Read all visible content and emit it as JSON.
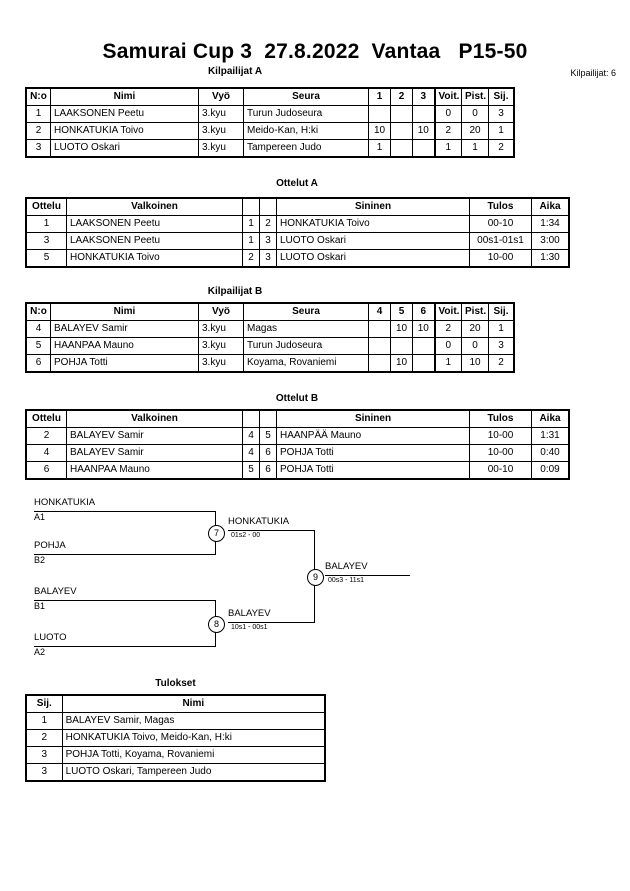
{
  "header": {
    "title": "Samurai Cup 3  27.8.2022  Vantaa   P15-50",
    "entrants": "Kilpailijat: 6"
  },
  "sections": {
    "pool_a_caption": "Kilpailijat A",
    "matches_a_caption": "Ottelut A",
    "pool_b_caption": "Kilpailijat B",
    "matches_b_caption": "Ottelut B",
    "results_caption": "Tulokset"
  },
  "pool_headers": {
    "no": "N:o",
    "name": "Nimi",
    "belt": "Vyö",
    "club": "Seura",
    "wins": "Voit.",
    "points": "Pist.",
    "rank": "Sij."
  },
  "pool_a": {
    "score_columns": [
      "1",
      "2",
      "3"
    ],
    "rows": [
      {
        "no": "1",
        "name": "LAAKSONEN Peetu",
        "belt": "3.kyu",
        "club": "Turun Judoseura",
        "scores": [
          "",
          "",
          ""
        ],
        "wins": "0",
        "points": "0",
        "rank": "3"
      },
      {
        "no": "2",
        "name": "HONKATUKIA Toivo",
        "belt": "3.kyu",
        "club": "Meido-Kan, H:ki",
        "scores": [
          "10",
          "",
          "10"
        ],
        "wins": "2",
        "points": "20",
        "rank": "1"
      },
      {
        "no": "3",
        "name": "LUOTO Oskari",
        "belt": "3.kyu",
        "club": "Tampereen Judo",
        "scores": [
          "1",
          "",
          ""
        ],
        "wins": "1",
        "points": "1",
        "rank": "2"
      }
    ]
  },
  "pool_b": {
    "score_columns": [
      "4",
      "5",
      "6"
    ],
    "rows": [
      {
        "no": "4",
        "name": "BALAYEV Samir",
        "belt": "3.kyu",
        "club": "Magas",
        "scores": [
          "",
          "10",
          "10"
        ],
        "wins": "2",
        "points": "20",
        "rank": "1"
      },
      {
        "no": "5",
        "name": "HAANPAA Mauno",
        "belt": "3.kyu",
        "club": "Turun Judoseura",
        "scores": [
          "",
          "",
          ""
        ],
        "wins": "0",
        "points": "0",
        "rank": "3"
      },
      {
        "no": "6",
        "name": "POHJA Totti",
        "belt": "3.kyu",
        "club": "Koyama, Rovaniemi",
        "scores": [
          "",
          "10",
          ""
        ],
        "wins": "1",
        "points": "10",
        "rank": "2"
      }
    ]
  },
  "match_headers": {
    "match": "Ottelu",
    "white": "Valkoinen",
    "blue": "Sininen",
    "result": "Tulos",
    "time": "Aika"
  },
  "matches_a": [
    {
      "no": "1",
      "white": "LAAKSONEN Peetu",
      "white_no": "1",
      "blue_no": "2",
      "blue": "HONKATUKIA Toivo",
      "result": "00-10",
      "time": "1:34"
    },
    {
      "no": "3",
      "white": "LAAKSONEN Peetu",
      "white_no": "1",
      "blue_no": "3",
      "blue": "LUOTO Oskari",
      "result": "00s1-01s1",
      "time": "3:00"
    },
    {
      "no": "5",
      "white": "HONKATUKIA Toivo",
      "white_no": "2",
      "blue_no": "3",
      "blue": "LUOTO Oskari",
      "result": "10-00",
      "time": "1:30"
    }
  ],
  "matches_b": [
    {
      "no": "2",
      "white": "BALAYEV Samir",
      "white_no": "4",
      "blue_no": "5",
      "blue": "HAANPÄÄ Mauno",
      "result": "10-00",
      "time": "1:31"
    },
    {
      "no": "4",
      "white": "BALAYEV Samir",
      "white_no": "4",
      "blue_no": "6",
      "blue": "POHJA Totti",
      "result": "10-00",
      "time": "0:40"
    },
    {
      "no": "6",
      "white": "HAANPAA Mauno",
      "white_no": "5",
      "blue_no": "6",
      "blue": "POHJA Totti",
      "result": "00-10",
      "time": "0:09"
    }
  ],
  "bracket": {
    "entries": [
      {
        "name": "HONKATUKIA",
        "seed": "A1"
      },
      {
        "name": "POHJA",
        "seed": "B2"
      },
      {
        "name": "BALAYEV",
        "seed": "B1"
      },
      {
        "name": "LUOTO",
        "seed": "A2"
      }
    ],
    "nodes": [
      {
        "number": "7",
        "winner": "HONKATUKIA",
        "score": "01s2 - 00"
      },
      {
        "number": "8",
        "winner": "BALAYEV",
        "score": "10s1 - 00s1"
      },
      {
        "number": "9",
        "winner": "BALAYEV",
        "score": "00s3 - 11s1"
      }
    ]
  },
  "results": {
    "headers": {
      "rank": "Sij.",
      "name": "Nimi"
    },
    "rows": [
      {
        "rank": "1",
        "name": "BALAYEV Samir, Magas"
      },
      {
        "rank": "2",
        "name": "HONKATUKIA Toivo, Meido-Kan, H:ki"
      },
      {
        "rank": "3",
        "name": "POHJA Totti, Koyama, Rovaniemi"
      },
      {
        "rank": "3",
        "name": "LUOTO Oskari, Tampereen Judo"
      }
    ]
  }
}
